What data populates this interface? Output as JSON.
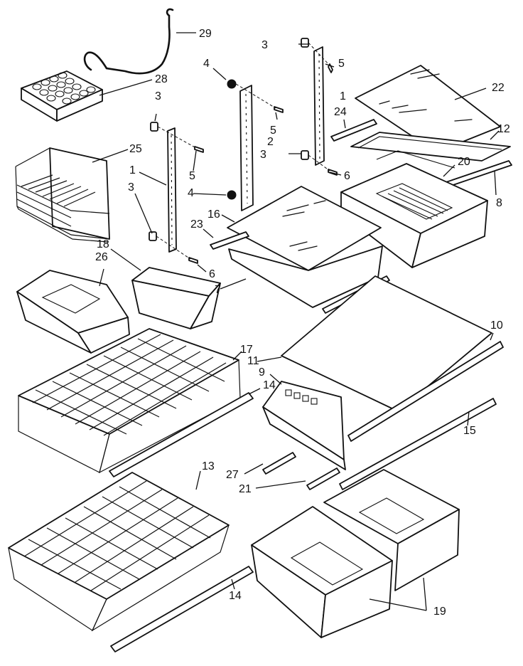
{
  "diagram": {
    "colors": {
      "ink": "#111111",
      "paper": "#ffffff"
    },
    "callouts": [
      {
        "id": "c29",
        "text": "29"
      },
      {
        "id": "c28",
        "text": "28"
      },
      {
        "id": "c3a",
        "text": "3"
      },
      {
        "id": "c5a",
        "text": "5"
      },
      {
        "id": "c1a",
        "text": "1"
      },
      {
        "id": "c4a",
        "text": "4"
      },
      {
        "id": "c22",
        "text": "22"
      },
      {
        "id": "c3b",
        "text": "3"
      },
      {
        "id": "c5b",
        "text": "5"
      },
      {
        "id": "c2",
        "text": "2"
      },
      {
        "id": "c24",
        "text": "24"
      },
      {
        "id": "c12",
        "text": "12"
      },
      {
        "id": "c25",
        "text": "25"
      },
      {
        "id": "c3c",
        "text": "3"
      },
      {
        "id": "c5c",
        "text": "5"
      },
      {
        "id": "c1b",
        "text": "1"
      },
      {
        "id": "c4b",
        "text": "4"
      },
      {
        "id": "c6a",
        "text": "6"
      },
      {
        "id": "c20",
        "text": "20"
      },
      {
        "id": "c8",
        "text": "8"
      },
      {
        "id": "c3d",
        "text": "3"
      },
      {
        "id": "c16",
        "text": "16"
      },
      {
        "id": "c23",
        "text": "23"
      },
      {
        "id": "c18",
        "text": "18"
      },
      {
        "id": "c26",
        "text": "26"
      },
      {
        "id": "c6b",
        "text": "6"
      },
      {
        "id": "c7",
        "text": "7"
      },
      {
        "id": "c10",
        "text": "10"
      },
      {
        "id": "c17",
        "text": "17"
      },
      {
        "id": "c11",
        "text": "11"
      },
      {
        "id": "c9",
        "text": "9"
      },
      {
        "id": "c14a",
        "text": "14"
      },
      {
        "id": "c15",
        "text": "15"
      },
      {
        "id": "c27",
        "text": "27"
      },
      {
        "id": "c13",
        "text": "13"
      },
      {
        "id": "c21",
        "text": "21"
      },
      {
        "id": "c14b",
        "text": "14"
      },
      {
        "id": "c19",
        "text": "19"
      }
    ]
  }
}
